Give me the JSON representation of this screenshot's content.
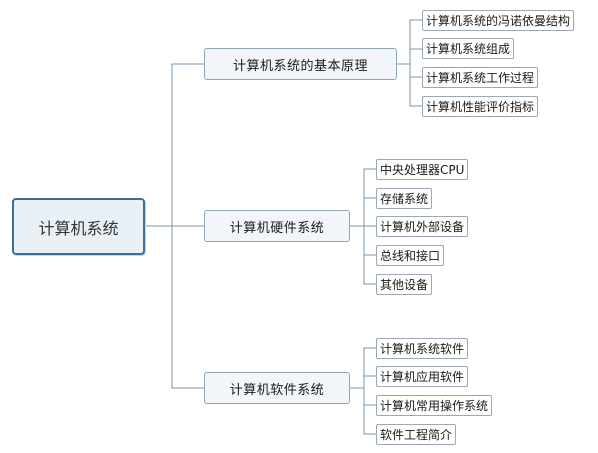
{
  "diagram": {
    "root": "计算机系统",
    "branches": [
      {
        "label": "计算机系统的基本原理",
        "children": [
          "计算机系统的冯诺依曼结构",
          "计算机系统组成",
          "计算机系统工作过程",
          "计算机性能评价指标"
        ]
      },
      {
        "label": "计算机硬件系统",
        "children": [
          "中央处理器CPU",
          "存储系统",
          "计算机外部设备",
          "总线和接口",
          "其他设备"
        ]
      },
      {
        "label": "计算机软件系统",
        "children": [
          "计算机系统软件",
          "计算机应用软件",
          "计算机常用操作系统",
          "软件工程简介"
        ]
      }
    ]
  }
}
